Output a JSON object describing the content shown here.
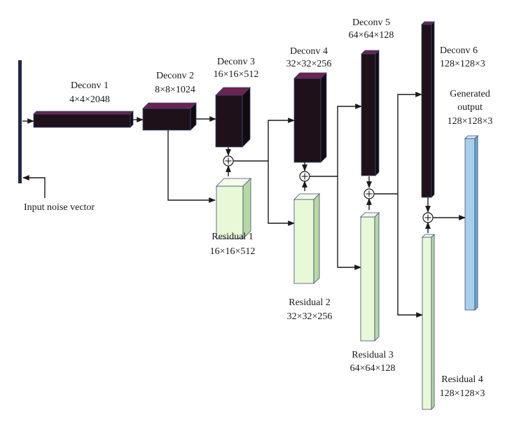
{
  "colors": {
    "deconv_front": "#1e1119",
    "deconv_top": "#6b2350",
    "deconv_side": "#120a10",
    "residual_front": "#e9f8d7",
    "residual_top": "#f4fde9",
    "residual_side": "#b4daa1",
    "output_front": "#a8cfea",
    "output_top": "#d3e8f6",
    "output_side": "#6ea7d2",
    "input_bar": "#1f2b3f",
    "line": "#1a1a1a"
  },
  "input": {
    "label": "Input noise vector"
  },
  "deconv": [
    {
      "name": "Deconv 1",
      "dims": "4×4×2048"
    },
    {
      "name": "Deconv 2",
      "dims": "8×8×1024"
    },
    {
      "name": "Deconv 3",
      "dims": "16×16×512"
    },
    {
      "name": "Deconv 4",
      "dims": "32×32×256"
    },
    {
      "name": "Deconv 5",
      "dims": "64×64×128"
    },
    {
      "name": "Deconv 6",
      "dims": "128×128×3"
    }
  ],
  "residual": [
    {
      "name": "Residual 1",
      "dims": "16×16×512"
    },
    {
      "name": "Residual 2",
      "dims": "32×32×256"
    },
    {
      "name": "Residual 3",
      "dims": "64×64×128"
    },
    {
      "name": "Residual 4",
      "dims": "128×128×3"
    }
  ],
  "output": {
    "line1": "Generated",
    "line2": "output",
    "dims": "128×128×3"
  }
}
